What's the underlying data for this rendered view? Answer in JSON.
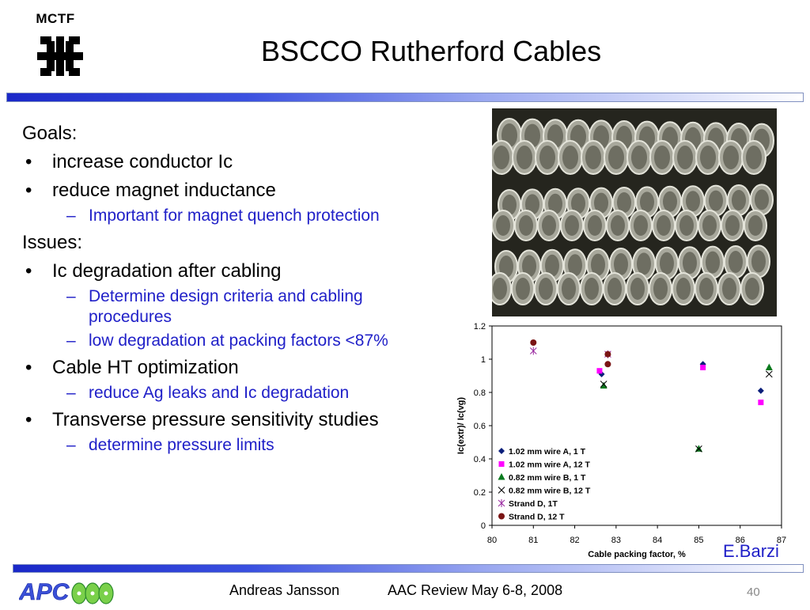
{
  "header": {
    "logo_text": "MCTF",
    "title": "BSCCO Rutherford Cables"
  },
  "content": {
    "goals_heading": "Goals:",
    "goals": [
      {
        "text": "increase conductor Ic",
        "sub": []
      },
      {
        "text": "reduce magnet inductance",
        "sub": [
          "Important for magnet quench protection"
        ]
      }
    ],
    "issues_heading": "Issues:",
    "issues": [
      {
        "text": "Ic degradation after cabling",
        "sub": [
          "Determine design criteria and cabling procedures",
          "low degradation at packing factors <87%"
        ]
      },
      {
        "text": "Cable HT optimization",
        "sub": [
          "reduce Ag leaks and Ic degradation"
        ]
      },
      {
        "text": "Transverse pressure sensitivity studies",
        "sub": [
          "determine pressure limits"
        ]
      }
    ],
    "bullet_mark": "•",
    "sub_mark": "–"
  },
  "credit": "E.Barzi",
  "footer": {
    "logo_text": "APC",
    "presenter": "Andreas Jansson",
    "event": "AAC Review May 6-8, 2008",
    "page": "40"
  },
  "colors": {
    "accent_text": "#2020c8",
    "bar_dark": "#1a28c8"
  },
  "chart_data": {
    "type": "scatter",
    "xlabel": "Cable packing factor, %",
    "ylabel": "Ic(extr)/ Ic(vg)",
    "xlim": [
      80,
      87
    ],
    "ylim": [
      0,
      1.2
    ],
    "xticks": [
      "80",
      "81",
      "82",
      "83",
      "84",
      "85",
      "86",
      "87"
    ],
    "yticks": [
      "0",
      "0.2",
      "0.4",
      "0.6",
      "0.8",
      "1",
      "1.2"
    ],
    "legend_position": "bottom-left",
    "series": [
      {
        "name": "1.02 mm wire A, 1 T",
        "marker": "diamond",
        "color": "#0a1e7a",
        "points": [
          [
            82.65,
            0.91
          ],
          [
            85.1,
            0.97
          ],
          [
            86.5,
            0.81
          ]
        ]
      },
      {
        "name": "1.02 mm wire A, 12 T",
        "marker": "square",
        "color": "#ff00ff",
        "points": [
          [
            82.6,
            0.93
          ],
          [
            85.1,
            0.95
          ],
          [
            86.5,
            0.74
          ]
        ]
      },
      {
        "name": "0.82 mm wire B, 1 T",
        "marker": "triangle",
        "color": "#0a7a1e",
        "points": [
          [
            82.7,
            0.84
          ],
          [
            85.0,
            0.46
          ],
          [
            86.7,
            0.95
          ]
        ]
      },
      {
        "name": "0.82 mm wire B, 12 T",
        "marker": "x",
        "color": "#000000",
        "points": [
          [
            82.7,
            0.85
          ],
          [
            85.0,
            0.46
          ],
          [
            86.7,
            0.91
          ]
        ]
      },
      {
        "name": "Strand D, 1T",
        "marker": "star",
        "color": "#9a2aa0",
        "points": [
          [
            81.0,
            1.05
          ],
          [
            82.8,
            1.03
          ]
        ]
      },
      {
        "name": "Strand D, 12 T",
        "marker": "circle",
        "color": "#7a1414",
        "points": [
          [
            81.0,
            1.1
          ],
          [
            82.8,
            1.03
          ],
          [
            82.8,
            0.97
          ]
        ]
      }
    ]
  }
}
